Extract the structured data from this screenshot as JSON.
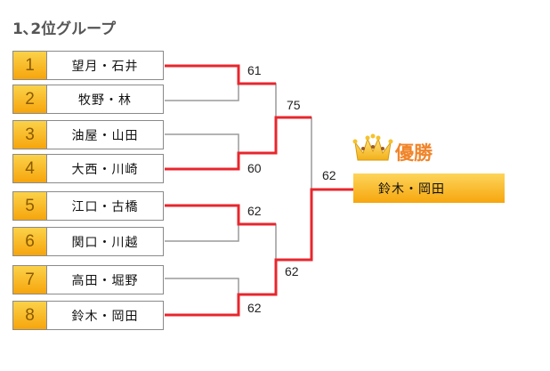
{
  "title": "1､2位グループ",
  "entries": [
    {
      "seed": "1",
      "name": "望月・石井"
    },
    {
      "seed": "2",
      "name": "牧野・林"
    },
    {
      "seed": "3",
      "name": "油屋・山田"
    },
    {
      "seed": "4",
      "name": "大西・川崎"
    },
    {
      "seed": "5",
      "name": "江口・古橋"
    },
    {
      "seed": "6",
      "name": "関口・川越"
    },
    {
      "seed": "7",
      "name": "高田・堀野"
    },
    {
      "seed": "8",
      "name": "鈴木・岡田"
    }
  ],
  "scores": {
    "r1_m1": "61",
    "r1_m2": "60",
    "r1_m3": "62",
    "r1_m4": "62",
    "sf_1": "75",
    "sf_2": "62",
    "final": "62"
  },
  "champion": {
    "label": "優勝",
    "name": "鈴木・岡田",
    "icon": "crown-icon"
  },
  "colors": {
    "win_line": "#e8262d",
    "lose_line": "#9a9a9a",
    "seed_gold": "#f6a50c",
    "champion_label": "#f0852a"
  }
}
